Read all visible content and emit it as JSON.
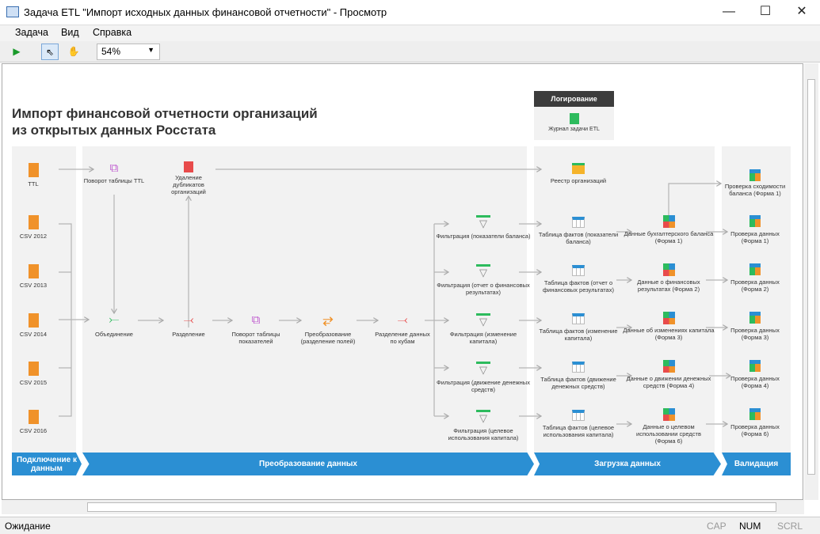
{
  "window": {
    "title": "Задача ETL \"Импорт исходных данных финансовой отчетности\" - Просмотр",
    "minimize": "—",
    "maximize": "☐",
    "close": "✕"
  },
  "menu": [
    "Задача",
    "Вид",
    "Справка"
  ],
  "toolbar": {
    "zoom": "54%"
  },
  "diagram": {
    "title_line1": "Импорт финансовой отчетности организаций",
    "title_line2": "из открытых данных Росстата",
    "logging": {
      "header": "Логирование",
      "item": "Журнал задачи ETL"
    },
    "lanes": [
      "Подключение к данным",
      "Преобразование данных",
      "Загрузка данных",
      "Валидация"
    ],
    "sources": [
      "TTL",
      "CSV 2012",
      "CSV 2013",
      "CSV 2014",
      "CSV 2015",
      "CSV 2016"
    ],
    "transform": {
      "pivot_ttl": "Поворот таблицы TTL",
      "dedupe": "Удаление дубликатов организаций",
      "union": "Объединение",
      "split": "Разделение",
      "pivot_ind": "Поворот таблицы показателей",
      "convert": "Преобразование (разделение полей)",
      "split_cubes": "Разделение данных по кубам"
    },
    "filters": [
      "Фильтрация (показатели баланса)",
      "Фильтрация (отчет о финансовых результатах)",
      "Фильтрация (изменение капитала)",
      "Фильтрация (движение денежных средств)",
      "Фильтрация (целевое использования капитала)"
    ],
    "registry": "Реестр организаций",
    "fact_tables": [
      "Таблица фактов (показатели баланса)",
      "Таблица фактов (отчет о финансовых результатах)",
      "Таблица фактов (изменение капитала)",
      "Таблица фактов (движение денежных средств)",
      "Таблица фактов (целевое использования капитала)"
    ],
    "cubes": [
      "Данные бухгалтерского баланса (Форма 1)",
      "Данные о финансовых результатах (Форма 2)",
      "Данные об изменениях капитала (Форма 3)",
      "Данные о движении денежных средств (Форма 4)",
      "Данные о целевом использовании средств (Форма 6)"
    ],
    "checks": [
      "Проверка сходимости баланса (Форма 1)",
      "Проверка данных (Форма 1)",
      "Проверка данных (Форма 2)",
      "Проверка данных (Форма 3)",
      "Проверка данных (Форма 4)",
      "Проверка данных (Форма 6)"
    ]
  },
  "status": {
    "text": "Ожидание",
    "cap": "CAP",
    "num": "NUM",
    "scrl": "SCRL"
  },
  "colors": {
    "accent": "#2b8fd3",
    "file": "#f0922a",
    "filter": "#2dbb5d",
    "logging_header": "#3c3c3c"
  }
}
